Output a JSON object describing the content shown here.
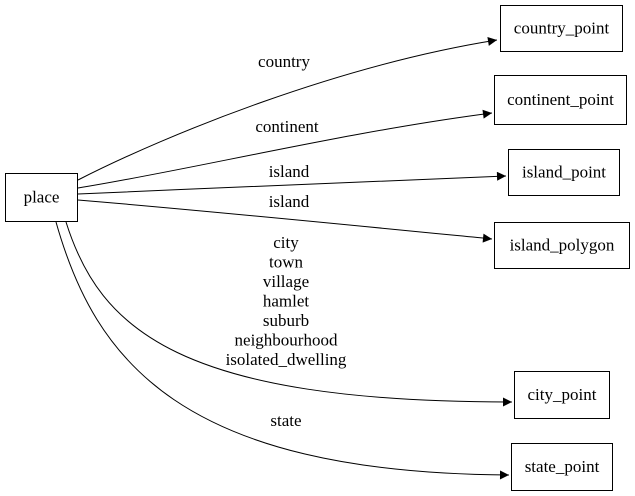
{
  "diagram": {
    "type": "directed-graph",
    "colors": {
      "background": "#ffffff",
      "stroke": "#000000",
      "text": "#000000"
    },
    "source_node": {
      "label": "place"
    },
    "target_nodes": [
      {
        "label": "country_point"
      },
      {
        "label": "continent_point"
      },
      {
        "label": "island_point"
      },
      {
        "label": "island_polygon"
      },
      {
        "label": "city_point"
      },
      {
        "label": "state_point"
      }
    ],
    "edges": [
      {
        "from": "place",
        "to": "country_point",
        "label": "country"
      },
      {
        "from": "place",
        "to": "continent_point",
        "label": "continent"
      },
      {
        "from": "place",
        "to": "island_point",
        "label": "island"
      },
      {
        "from": "place",
        "to": "island_polygon",
        "label": "island"
      },
      {
        "from": "place",
        "to": "city_point",
        "label_lines": [
          "city",
          "town",
          "village",
          "hamlet",
          "suburb",
          "neighbourhood",
          "isolated_dwelling"
        ]
      },
      {
        "from": "place",
        "to": "state_point",
        "label": "state"
      }
    ]
  }
}
